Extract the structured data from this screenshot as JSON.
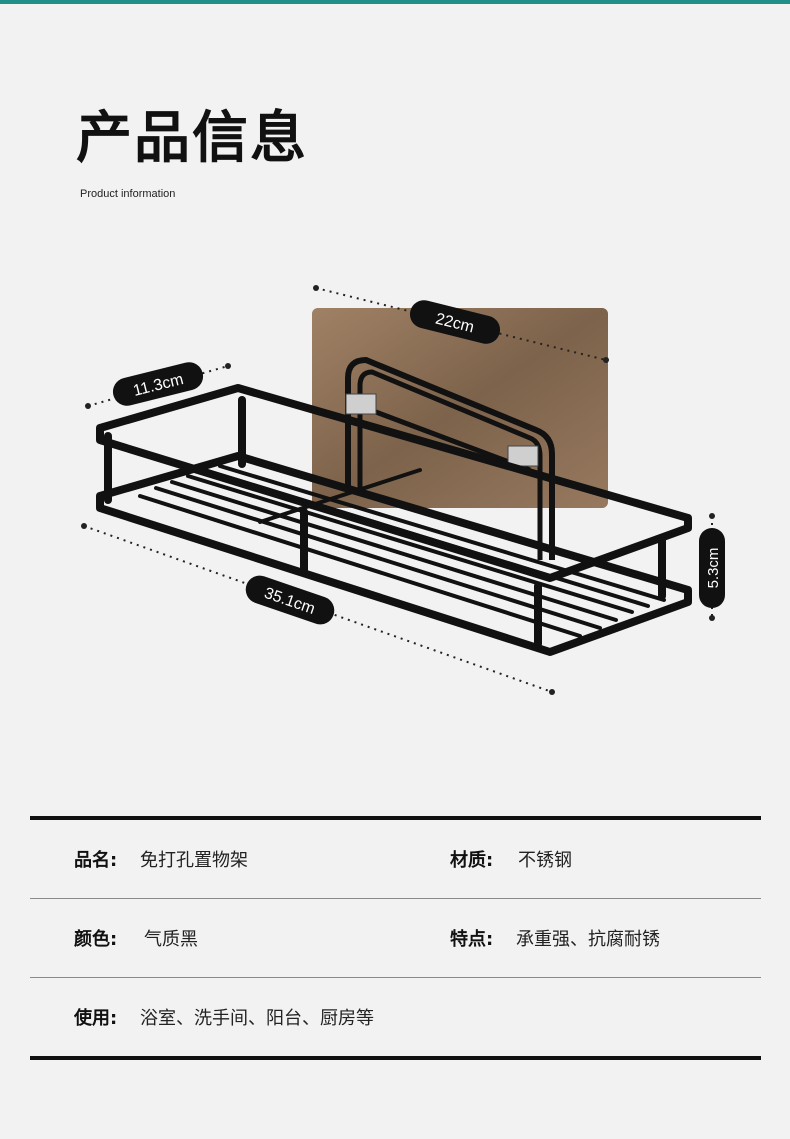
{
  "header": {
    "title": "产品信息",
    "subtitle": "Product information"
  },
  "dimensions": {
    "width_label": "22cm",
    "depth_label": "11.3cm",
    "length_label": "35.1cm",
    "height_label": "5.3cm"
  },
  "specs": {
    "rows": [
      {
        "left_label": "品名:",
        "left_value": "免打孔置物架",
        "right_label": "材质:",
        "right_value": "不锈钢"
      },
      {
        "left_label": "颜色:",
        "left_value": "气质黑",
        "right_label": "特点:",
        "right_value": "承重强、抗腐耐锈"
      },
      {
        "left_label": "使用:",
        "left_value": "浴室、洗手间、阳台、厨房等"
      }
    ]
  },
  "colors": {
    "accent_bar": "#1f8f88",
    "background": "#f2f2f2",
    "rack": "#121212",
    "adhesive_panel": "#8b6f55"
  },
  "icons": [
    "adhesive-panel-icon",
    "wire-rack-icon"
  ]
}
